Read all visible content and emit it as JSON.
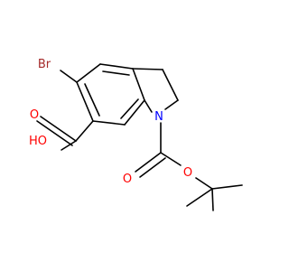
{
  "molecule": {
    "atoms": {
      "br": {
        "label": "Br",
        "color": "#a52a2a"
      },
      "n": {
        "label": "N",
        "color": "#0000ff"
      },
      "acid_o": {
        "label": "O",
        "color": "#ff0000"
      },
      "acid_oh": {
        "label": "HO",
        "color": "#ff0000"
      },
      "boc_carbonyl_o": {
        "label": "O",
        "color": "#ff0000"
      },
      "boc_ester_o": {
        "label": "O",
        "color": "#ff0000"
      }
    },
    "bond_color": "#000000"
  }
}
